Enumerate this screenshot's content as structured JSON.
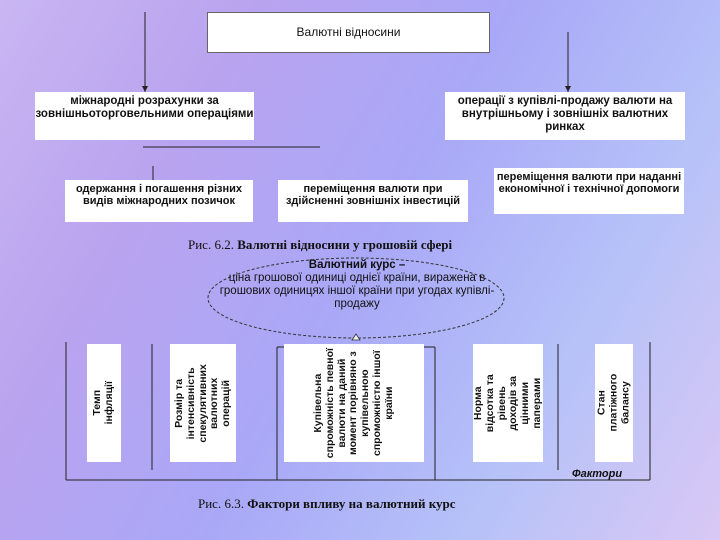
{
  "diagram1": {
    "top": "Валютні відносини",
    "left_box": "міжнародні розрахунки за зовнішньоторговельними операціями",
    "right_box": "операції з купівлі-продажу валюти на внутрішньому і зовнішніх валютних ринках",
    "bottom_left": "одержання і погашення різних видів міжнародних позичок",
    "bottom_middle": "переміщення валюти при здійсненні зовнішніх інвестицій",
    "bottom_right": "переміщення валюти при наданні економічної і технічної допомоги"
  },
  "caption1": {
    "prefix": "Рис. 6.2.",
    "title": "Валютні відносини у грошовій сфері"
  },
  "diagram2": {
    "definition_title": "Валютний курс –",
    "definition_body": "ціна грошової одиниці однієї країни, виражена в грошових одиницях іншої країни при угодах купівлі-продажу",
    "factors": [
      "Темп інфляції",
      "Розмір та інтенсивність спекулятивних валютних операцій",
      "Купівельна спроможність певної валюти на даний момент порівняно з купівельною спроможністю іншої країни",
      "Норма відсотка та рівень доходів за цінними паперами",
      "Стан платіжного балансу"
    ],
    "factors_label": "Фактори"
  },
  "caption2": {
    "prefix": "Рис. 6.3.",
    "title": "Фактори впливу на валютний курс"
  },
  "colors": {
    "background_start": "#c9b6f2",
    "background_mid": "#a9a8f7",
    "box_fill": "#ffffff",
    "line": "#222222"
  }
}
